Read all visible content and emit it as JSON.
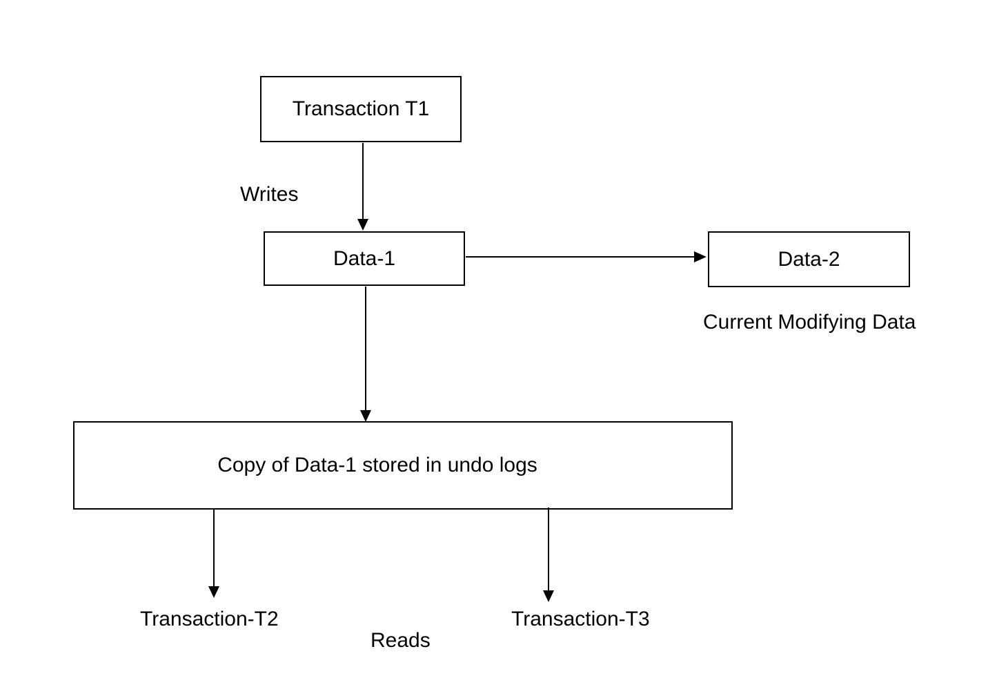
{
  "diagram": {
    "nodes": {
      "transaction_t1": {
        "label": "Transaction T1"
      },
      "data_1": {
        "label": "Data-1"
      },
      "data_2": {
        "label": "Data-2"
      },
      "undo_copy": {
        "label": "Copy of Data-1 stored in undo logs"
      }
    },
    "edge_labels": {
      "writes": "Writes",
      "reads": "Reads"
    },
    "annotations": {
      "current_modifying_data": "Current Modifying Data",
      "transaction_t2": "Transaction-T2",
      "transaction_t3": "Transaction-T3"
    },
    "colors": {
      "stroke": "#000000",
      "background": "#ffffff"
    }
  }
}
